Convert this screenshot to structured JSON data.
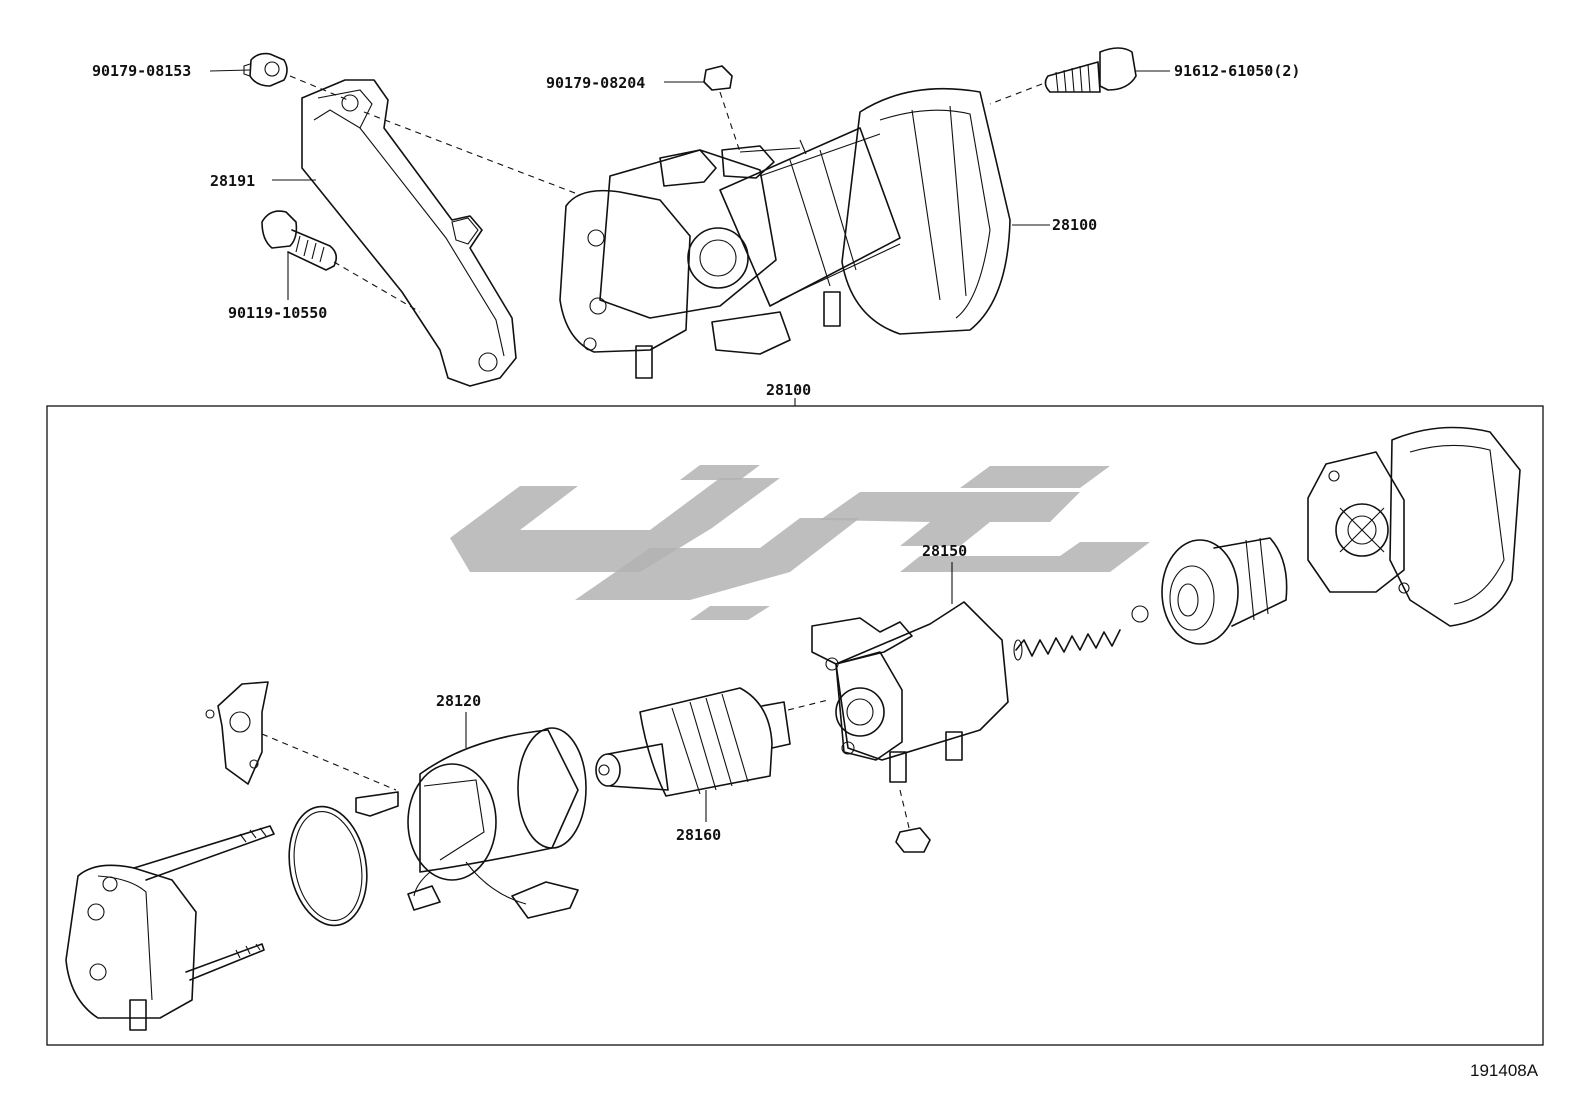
{
  "diagram": {
    "reference_code": "191408A",
    "callouts": {
      "bracket_nut": "90179-08153",
      "terminal_nut": "90179-08204",
      "through_bolt": "91612-61050(2)",
      "bracket": "28191",
      "starter_assy_top": "28100",
      "bracket_bolt": "90119-10550",
      "starter_assy_frame": "28100",
      "solenoid_switch": "28150",
      "yoke_assy": "28120",
      "armature": "28160"
    },
    "watermark": {
      "brand": "logo"
    }
  }
}
